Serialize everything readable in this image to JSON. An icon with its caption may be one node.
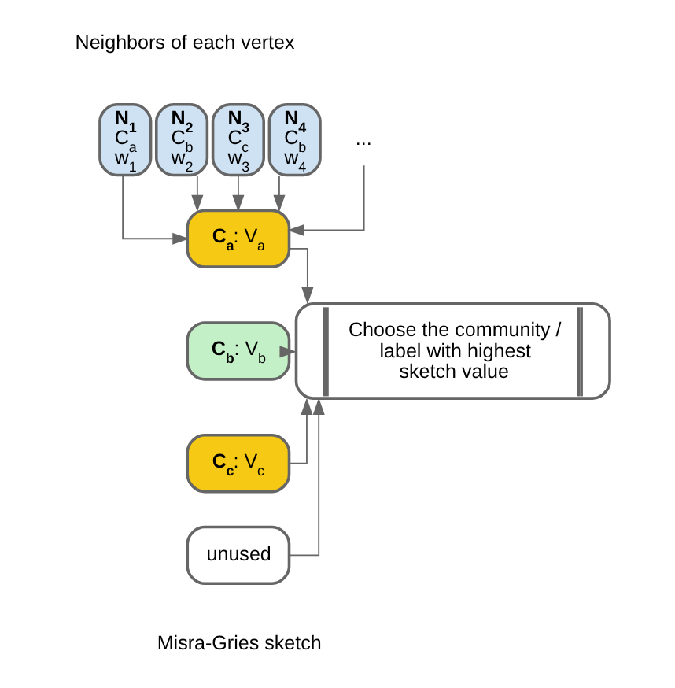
{
  "diagram": {
    "nodes": [
      {
        "text": [
          "N$_{1}$",
          "C$_{a}$",
          "w$_{1}$"
        ]
      },
      {
        "text": [
          "N$_{2}$",
          "C$_{b}$",
          "w$_{2}$"
        ]
      },
      {
        "text": [
          "N$_{3}$",
          "C$_{c}$",
          "w$_{3}$"
        ]
      },
      {
        "text": [
          "N$_{4}$",
          "C$_{b}$",
          "w$_{4}$"
        ]
      },
      {
        "text": [
          "..."
        ]
      },
      {
        "text": [
          "**C$_{a}$**: V$_{a}$"
        ]
      },
      {
        "text": [
          "**C$_{b}$**: V$_{b}$"
        ]
      },
      {
        "text": [
          "**C$_{c}$**: V$_{c}$"
        ]
      },
      {
        "text": [
          "unused"
        ]
      },
      {
        "text": [
          "Choose the community / label with highest sketch value"
        ]
      }
    ],
    "edges": [
      {
        "from": 0,
        "to": 5,
        "arrow": "to"
      },
      {
        "from": 1,
        "to": 5,
        "arrow": "to"
      },
      {
        "from": 2,
        "to": 5,
        "arrow": "to"
      },
      {
        "from": 3,
        "to": 5,
        "arrow": "to"
      },
      {
        "from": 4,
        "to": 5,
        "arrow": "to"
      },
      {
        "from": 5,
        "to": 9,
        "arrow": "to"
      },
      {
        "from": 6,
        "to": 9,
        "arrow": "to"
      },
      {
        "from": 7,
        "to": 9,
        "arrow": "to"
      },
      {
        "from": 8,
        "to": 9,
        "arrow": "to"
      }
    ],
    "labels": [
      "Neighbors of each vertex",
      "Misra-Gries sketch"
    ]
  }
}
